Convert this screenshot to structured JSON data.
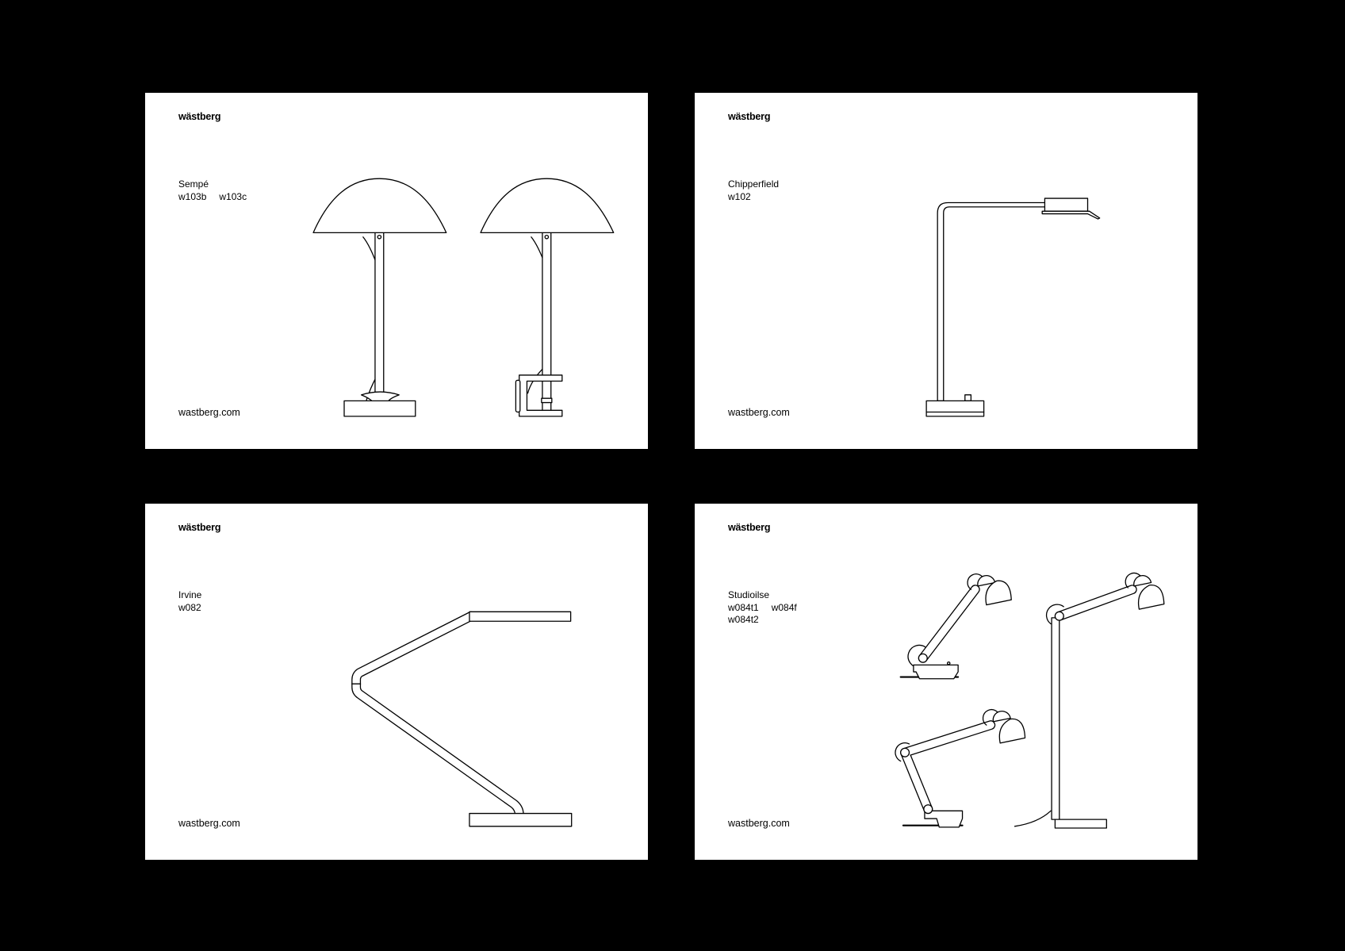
{
  "cards": [
    {
      "logo": "wästberg",
      "name": "Sempé",
      "models": [
        "w103b",
        "w103c"
      ],
      "url": "wastberg.com"
    },
    {
      "logo": "wästberg",
      "name": "Chipperfield",
      "models": [
        "w102"
      ],
      "url": "wastberg.com"
    },
    {
      "logo": "wästberg",
      "name": "Irvine",
      "models": [
        "w082"
      ],
      "url": "wastberg.com"
    },
    {
      "logo": "wästberg",
      "name": "Studioilse",
      "models": [
        "w084t1",
        "w084f",
        "w084t2"
      ],
      "url": "wastberg.com"
    }
  ]
}
